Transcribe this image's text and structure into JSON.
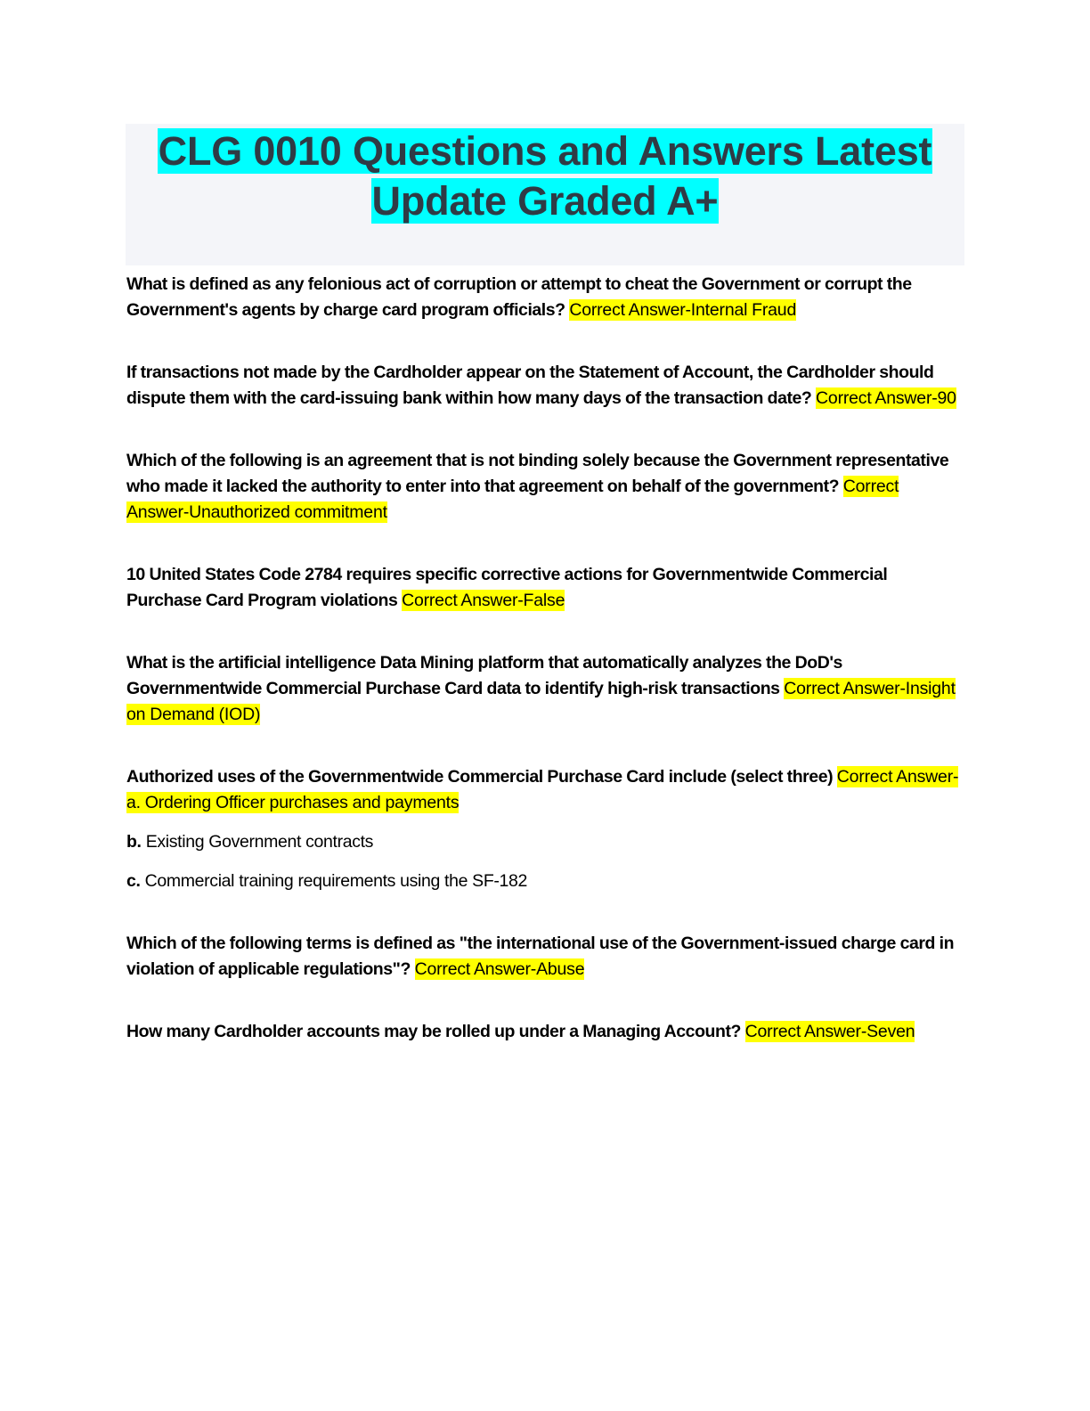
{
  "document": {
    "title_line1": "CLG 0010 Questions and Answers Latest",
    "title_line2": "Update Graded A+",
    "title_highlight_color": "#00ffff",
    "title_block_background": "#f4f5f9",
    "title_text_color": "#2f3b45",
    "answer_highlight_color": "#ffff00",
    "body_text_color": "#000000",
    "page_background": "#ffffff"
  },
  "qa": [
    {
      "question": "What is defined as any felonious act of corruption or attempt to cheat the Government or corrupt the Government's agents by charge card program officials? ",
      "answer": "Correct Answer-Internal Fraud"
    },
    {
      "question": "If transactions not made by the Cardholder appear on the Statement of Account, the Cardholder should dispute them with the card-issuing bank within how many days of the transaction date? ",
      "answer": "Correct Answer-90"
    },
    {
      "question": "Which of the following is an agreement that is not binding solely because the Government representative who made it lacked the authority to enter into that agreement on behalf of the government? ",
      "answer": "Correct Answer-Unauthorized commitment"
    },
    {
      "question": "10 United States Code 2784 requires specific corrective actions for Governmentwide Commercial Purchase Card Program violations ",
      "answer": "Correct Answer-False"
    },
    {
      "question": "What is the artificial intelligence Data Mining platform that automatically analyzes the DoD's Governmentwide Commercial Purchase Card data to identify high-risk transactions ",
      "answer": "Correct Answer-Insight on Demand (IOD)"
    },
    {
      "question": "Authorized uses of the Governmentwide Commercial Purchase Card include (select three) ",
      "answer": "Correct Answer-a. Ordering Officer purchases and payments"
    },
    {
      "question": "Which of the following terms is defined as \"the international use of the Government-issued charge card in violation of applicable regulations\"? ",
      "answer": "Correct Answer-Abuse"
    },
    {
      "question": "How many Cardholder accounts may be rolled up under a Managing Account? ",
      "answer": "Correct Answer-Seven"
    }
  ],
  "options": [
    {
      "key": "b.",
      "text": " Existing Government contracts"
    },
    {
      "key": "c.",
      "text": " Commercial training requirements using the SF-182"
    }
  ]
}
